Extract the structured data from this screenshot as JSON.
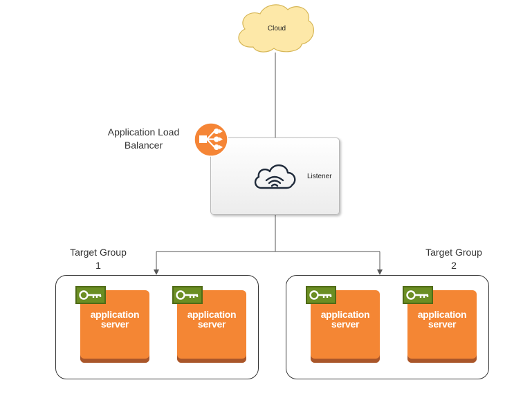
{
  "nodes": {
    "cloud": {
      "label": "Cloud"
    },
    "load_balancer": {
      "label_line1": "Application Load",
      "label_line2": "Balancer",
      "icon": "load-balancer-icon"
    },
    "listener": {
      "label": "Listener",
      "icon": "cloud-wifi-icon"
    }
  },
  "target_groups": [
    {
      "label_line1": "Target Group",
      "label_line2": "1",
      "servers": [
        {
          "line1": "application",
          "line2": "server",
          "badge_icon": "key-icon"
        },
        {
          "line1": "application",
          "line2": "server",
          "badge_icon": "key-icon"
        }
      ]
    },
    {
      "label_line1": "Target Group",
      "label_line2": "2",
      "servers": [
        {
          "line1": "application",
          "line2": "server",
          "badge_icon": "key-icon"
        },
        {
          "line1": "application",
          "line2": "server",
          "badge_icon": "key-icon"
        }
      ]
    }
  ],
  "colors": {
    "cloud_fill": "#fde8a8",
    "cloud_stroke": "#d6b656",
    "alb_orange": "#f58536",
    "server_orange": "#f48634",
    "key_green": "#6b8e23",
    "connector": "#555555"
  }
}
